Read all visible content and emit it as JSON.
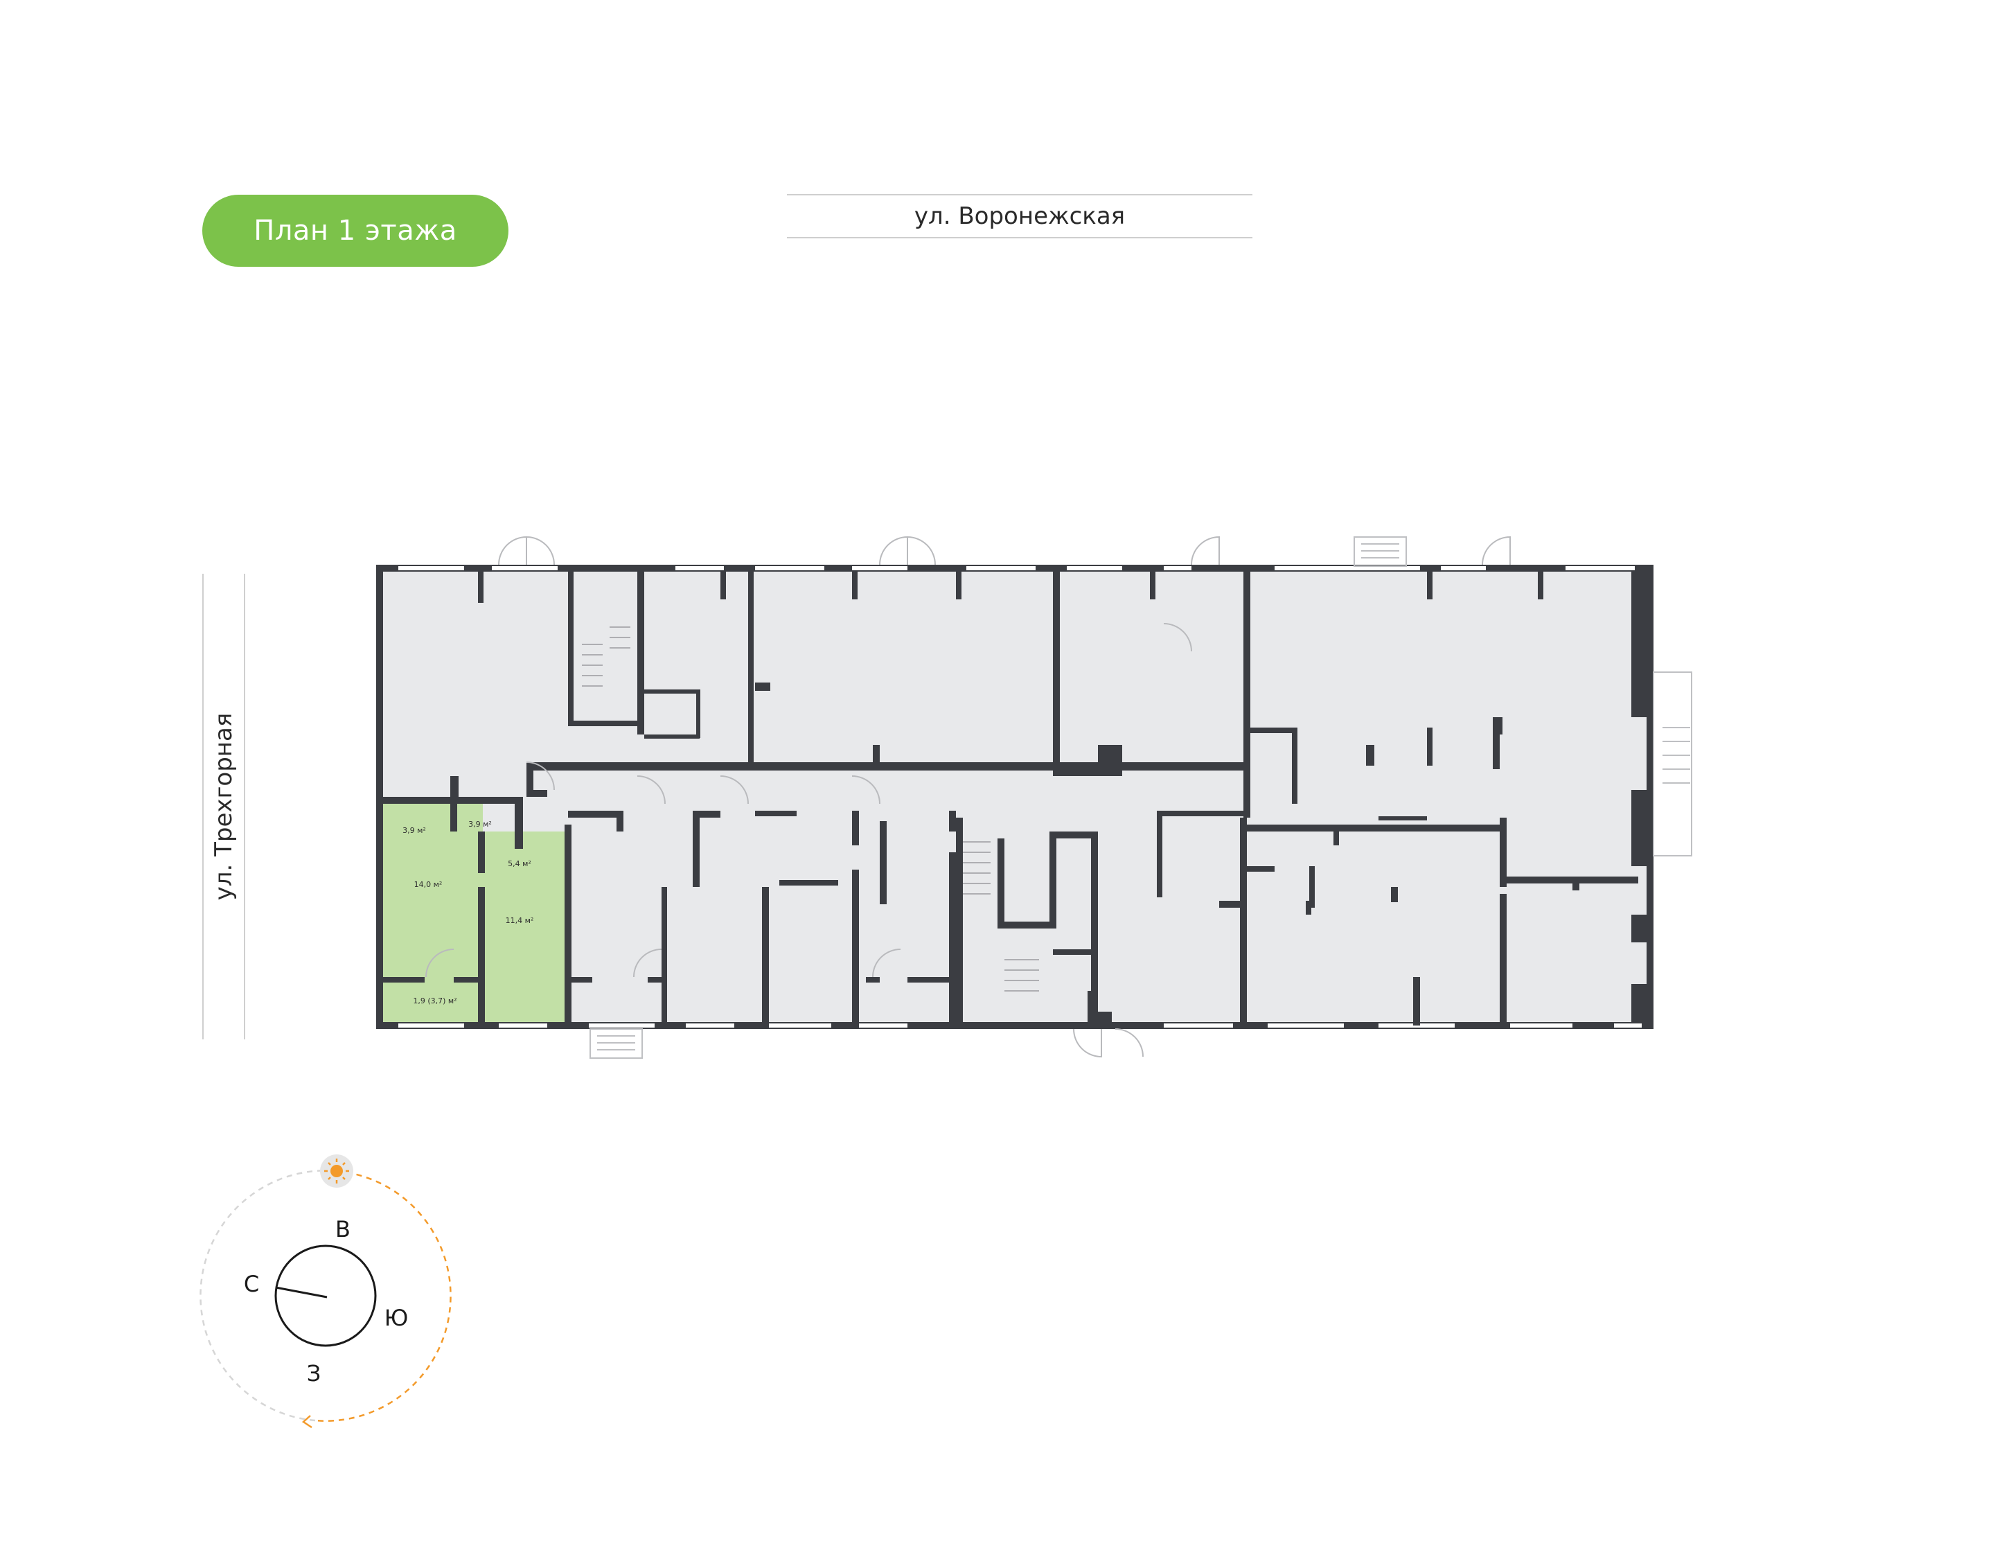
{
  "header": {
    "floor_title": "План 1 этажа"
  },
  "streets": {
    "top": "ул. Воронежская",
    "left": "ул. Трехгорная"
  },
  "rooms": {
    "bath_left": "3,9 м²",
    "bath_right": "3,9 м²",
    "hall": "5,4 м²",
    "living": "14,0 м²",
    "bedroom": "11,4 м²",
    "balcony": "1,9 (3,7) м²"
  },
  "compass": {
    "north": "С",
    "east": "В",
    "south": "Ю",
    "west": "З"
  },
  "colors": {
    "accent": "#7cc24a",
    "apartment_fill": "#c2e0a6",
    "room_fill": "#e8e9eb",
    "wall": "#3b3d42",
    "sun": "#f39a2a"
  }
}
